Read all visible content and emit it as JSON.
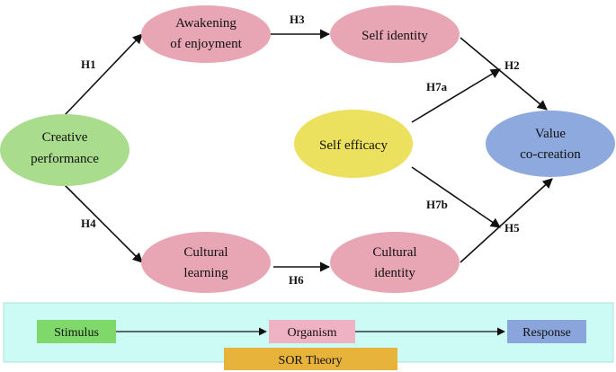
{
  "diagram": {
    "nodes": {
      "creative_performance": {
        "lines": [
          "Creative",
          "performance"
        ],
        "color": "#a9dc8c"
      },
      "awakening_of_enjoyment": {
        "lines": [
          "Awakening",
          "of enjoyment"
        ],
        "color": "#e8a6b5"
      },
      "self_identity": {
        "lines": [
          "Self identity"
        ],
        "color": "#e8a6b5"
      },
      "self_efficacy": {
        "lines": [
          "Self efficacy"
        ],
        "color": "#ece15e"
      },
      "value_co_creation": {
        "lines": [
          "Value",
          "co-creation"
        ],
        "color": "#8ea9dd"
      },
      "cultural_learning": {
        "lines": [
          "Cultural",
          "learning"
        ],
        "color": "#e8a6b5"
      },
      "cultural_identity": {
        "lines": [
          "Cultural",
          "identity"
        ],
        "color": "#e8a6b5"
      }
    },
    "hypotheses": {
      "h1": "H1",
      "h2": "H2",
      "h3": "H3",
      "h4": "H4",
      "h5": "H5",
      "h6": "H6",
      "h7a": "H7a",
      "h7b": "H7b"
    }
  },
  "sor_framework": {
    "background_color": "#ccfaf4",
    "stimulus": {
      "label": "Stimulus",
      "color": "#7fd96a"
    },
    "organism": {
      "label": "Organism",
      "color": "#efb2c2"
    },
    "response": {
      "label": "Response",
      "color": "#8aa5dc"
    },
    "theory": {
      "label": "SOR Theory",
      "color": "#e8b33a"
    }
  }
}
